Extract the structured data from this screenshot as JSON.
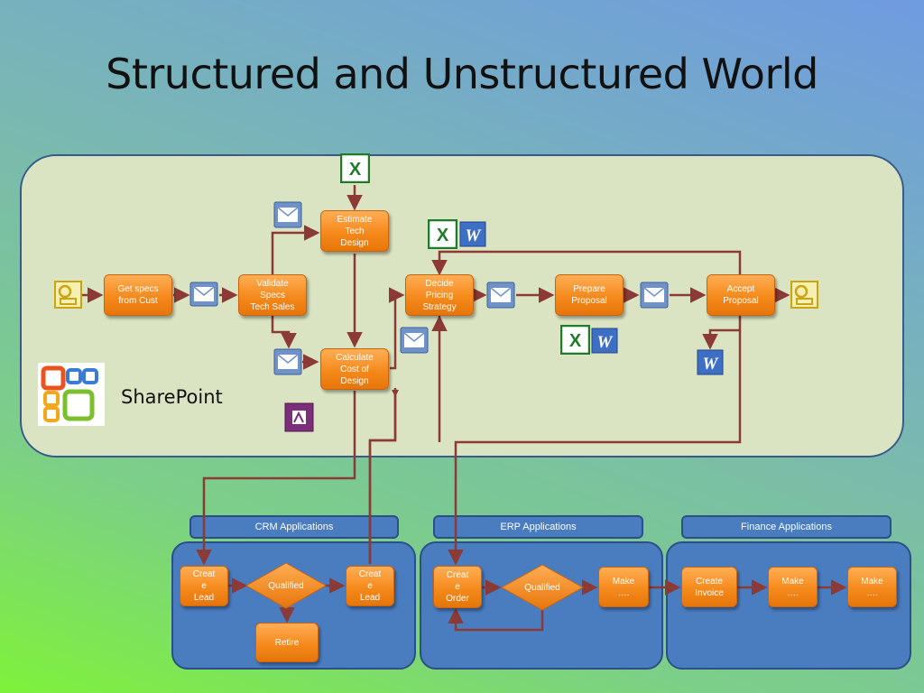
{
  "title": "Structured and Unstructured World",
  "sharepoint_label": "SharePoint",
  "processes": {
    "get_specs": "Get specs\nfrom  Cust",
    "validate_specs": "Validate\nSpecs\nTech Sales",
    "estimate_tech": "Estimate\nTech\nDesign",
    "calculate_cost": "Calculate\nCost  of\nDesign",
    "decide_pricing": "Decide\nPricing\nStrategy",
    "prepare_proposal": "Prepare\nProposal",
    "accept_proposal": "Accept\nProposal"
  },
  "apps": {
    "crm": {
      "header": "CRM Applications",
      "create_lead_1": "Creat\ne\nLead",
      "qualified": "Qualified",
      "create_lead_2": "Creat\ne\nLead",
      "retire": "Retire"
    },
    "erp": {
      "header": "ERP Applications",
      "create_order": "Creat\ne\nOrder",
      "qualified": "Qualified",
      "make": "Make\n…."
    },
    "finance": {
      "header": "Finance Applications",
      "create_invoice": "Create\nInvoice",
      "make_1": "Make\n….",
      "make_2": "Make\n…."
    }
  },
  "colors": {
    "process_orange": "#f58a1c",
    "connector": "#8b3a36",
    "sharepoint_bg": "#dbe4c2",
    "app_blue": "#4a7cc0"
  },
  "icons": {
    "excel": "excel-icon",
    "word": "word-icon",
    "email": "email-icon",
    "form": "form-icon",
    "access": "access-icon",
    "office_logo": "office-logo"
  }
}
